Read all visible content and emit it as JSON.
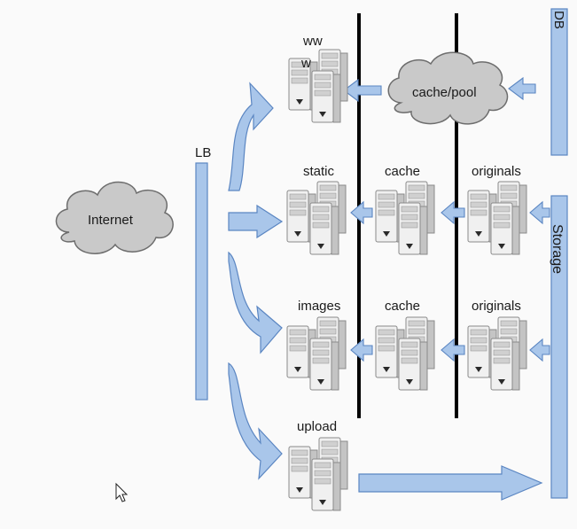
{
  "diagram": {
    "labels": {
      "internet": "Internet",
      "lb": "LB",
      "db": "DB",
      "storage": "Storage",
      "cache_pool": "cache/pool",
      "www_line1": "ww",
      "www_line2": "w",
      "static": "static",
      "images": "images",
      "upload": "upload",
      "cache_static": "cache",
      "cache_images": "cache",
      "originals_static": "originals",
      "originals_images": "originals"
    },
    "colors": {
      "bar_fill": "#a9c6ea",
      "bar_stroke": "#5b86c2",
      "cloud_fill": "#c9c9c9",
      "cloud_stroke": "#6d6d6d",
      "server_light": "#f3f3f3",
      "server_mid": "#dcdcdc",
      "server_dark": "#b8b8b8",
      "vertical_line": "#000000"
    },
    "icons": {
      "cursor": "mouse-pointer-icon",
      "server": "server-rack-icon",
      "cloud": "cloud-icon"
    }
  }
}
